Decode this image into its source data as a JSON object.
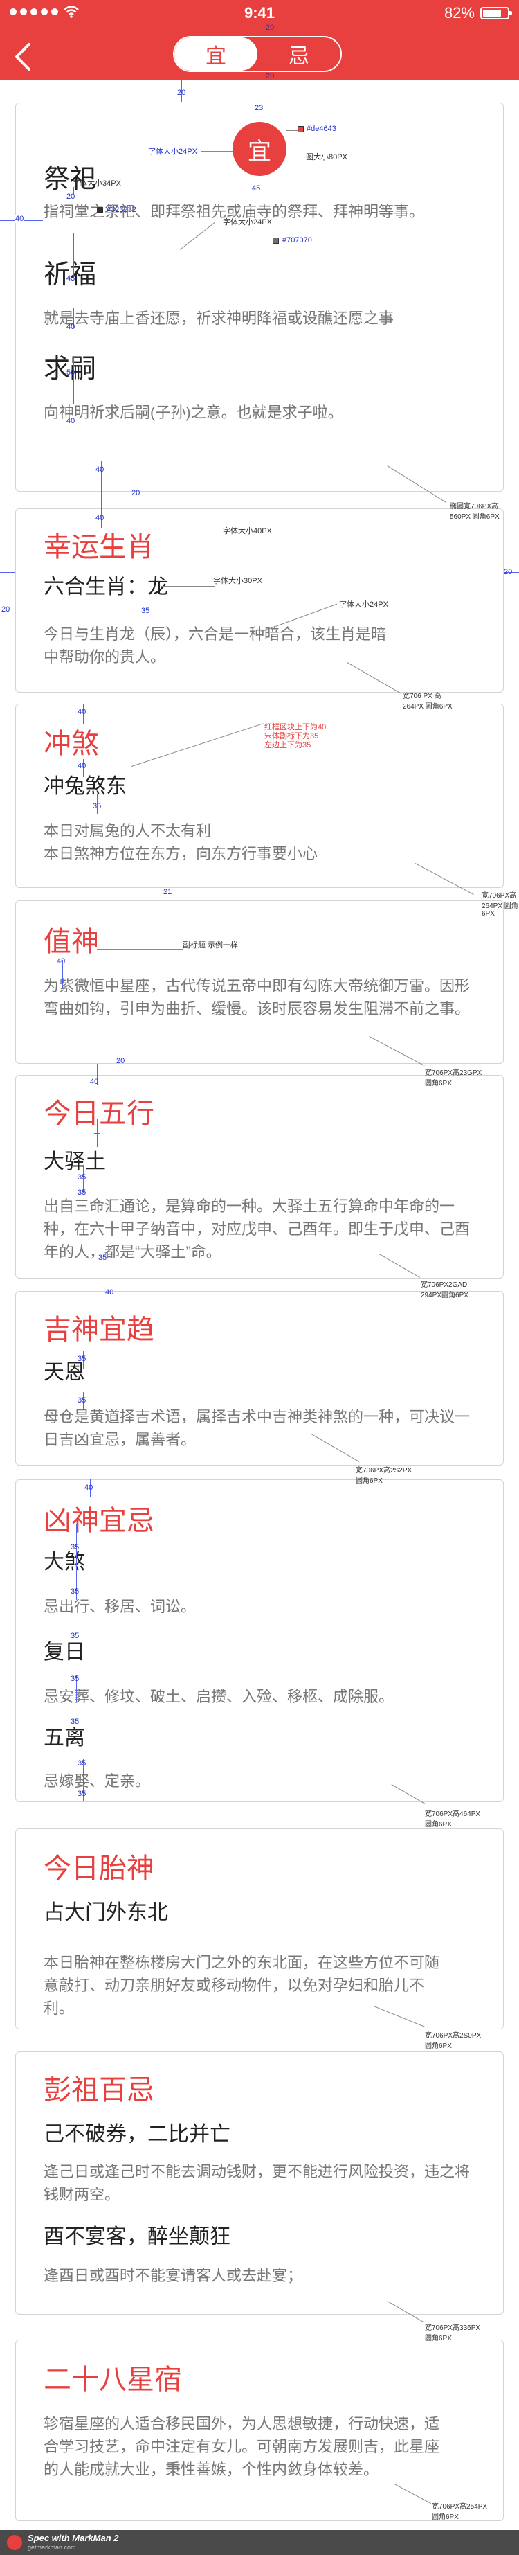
{
  "status_bar": {
    "time": "9:41",
    "battery": "82%"
  },
  "tabs": {
    "yi": "宜",
    "ji": "忌"
  },
  "yi_badge": "宜",
  "card_yi": {
    "items": [
      {
        "title": "祭祀",
        "desc": "指祠堂之祭祀、即拜祭祖先或庙寺的祭拜、拜神明等事。"
      },
      {
        "title": "祈福",
        "desc": "就是去寺庙上香还愿，祈求神明降福或设醮还愿之事"
      },
      {
        "title": "求嗣",
        "desc": "向神明祈求后嗣(子孙)之意。也就是求子啦。"
      }
    ]
  },
  "card_lucky": {
    "title": "幸运生肖",
    "subtitle": "六合生肖：龙",
    "desc": "今日与生肖龙（辰），六合是一种暗合，该生肖是暗中帮助你的贵人。"
  },
  "card_chongsha": {
    "title": "冲煞",
    "subtitle": "冲兔煞东",
    "desc": "本日对属兔的人不太有利\n本日煞神方位在东方，向东方行事要小心"
  },
  "card_zhishen": {
    "title": "值神",
    "desc": "为紫微恒中星座，古代传说五帝中即有勾陈大帝统御万雷。因形弯曲如钩，引申为曲折、缓慢。该时辰容易发生阻滞不前之事。"
  },
  "card_wuxing": {
    "title": "今日五行",
    "subtitle": "大驿土",
    "desc": "出自三命汇通论，是算命的一种。大驿土五行算命中年命的一种，在六十甲子纳音中，对应戊申、己酉年。即生于戊申、己酉年的人，都是“大驿土”命。"
  },
  "card_jishen": {
    "title": "吉神宜趋",
    "subtitle": "天恩",
    "desc": "母仓是黄道择吉术语，属择吉术中吉神类神煞的一种，可决议一日吉凶宜忌，属善者。"
  },
  "card_xiongshen": {
    "title": "凶神宜忌",
    "items": [
      {
        "title": "大煞",
        "desc": "忌出行、移居、词讼。"
      },
      {
        "title": "复日",
        "desc": "忌安葬、修坟、破土、启攒、入殓、移柩、成除服。"
      },
      {
        "title": "五离",
        "desc": "忌嫁娶、定亲。"
      }
    ]
  },
  "card_taishen": {
    "title": "今日胎神",
    "subtitle": "占大门外东北",
    "desc": "本日胎神在整栋楼房大门之外的东北面，在这些方位不可随意敲打、动刀亲朋好友或移动物件，以免对孕妇和胎儿不利。"
  },
  "card_pengzu": {
    "title": "彭祖百忌",
    "items": [
      {
        "title": "己不破券，二比并亡",
        "desc": "逢己日或逢己时不能去调动钱财，更不能进行风险投资，违之将钱财两空。"
      },
      {
        "title": "酉不宴客，醉坐颠狂",
        "desc": "逢酉日或酉时不能宴请客人或去赴宴；"
      }
    ]
  },
  "card_xingxiu": {
    "title": "二十八星宿",
    "desc": "轸宿星座的人适合移民国外，为人思想敏捷，行动快速，适合学习技艺，命中注定有女儿。可朝南方发展则吉，此星座的人能成就大业，秉性善嫉，个性内敛身体较差。"
  },
  "annotations": {
    "colors": {
      "red": "#de4643",
      "dark": "#323232",
      "gray": "#707070"
    },
    "labels": {
      "font_24": "字体大小24PX",
      "circle_80": "圆大小80PX",
      "font_34": "字体大小34PX",
      "font_24b": "字体大小24PX",
      "font_40": "字体大小40PX",
      "font_30": "字体大小30PX",
      "font_24c": "字体大小24PX",
      "card1": "椭圆宽706PX高\n560PX 圆角6PX",
      "card2": "宽706 PX 高\n264PX 圆角6PX",
      "red_note": "红框区块上下为40 宋体副标下为35 左边上下为35",
      "card3": "宽706PX高264PX\n圆角6PX",
      "zhishen_note": "副标题 示例一样",
      "card4": "宽706PX高23GPX\n圆角6PX",
      "card5": "宽706PX2GAD\n294PX圆角6PX",
      "card6": "宽706PX高2S2PX\n圆角6PX",
      "card7": "宽706PX高464PX\n圆角6PX",
      "card8": "宽706PX高2S0PX\n圆角6PX",
      "card9": "宽706PX高336PX\n圆角6PX",
      "card10": "宽706PX高254PX\n圆角6PX"
    },
    "spacings": {
      "s20a": "20",
      "s20b": "20",
      "s23": "23",
      "s20c": "20",
      "s45": "45",
      "s20d": "20",
      "s40a": "40",
      "s43": "43",
      "s40b": "40",
      "s50": "50",
      "s40c": "40",
      "s40d": "40",
      "s20e": "20",
      "s40e": "40",
      "s35a": "35",
      "s20f": "20",
      "s20g": "20",
      "s40f": "40",
      "s40g": "40",
      "s35b": "35",
      "s21": "21",
      "s40h": "40",
      "s20h": "20",
      "s40i": "40",
      "s35c": "35",
      "s35d": "35",
      "s35e": "35",
      "s40j": "40",
      "s35f": "35",
      "s35g": "35",
      "s40k": "40",
      "s35h": "35",
      "s35i": "35",
      "s35j": "35",
      "s35k": "35",
      "s35l": "35",
      "s35m": "35",
      "s35n": "35"
    }
  },
  "footer": {
    "brand": "Spec with MarkMan 2",
    "site": "getmarkman.com"
  }
}
